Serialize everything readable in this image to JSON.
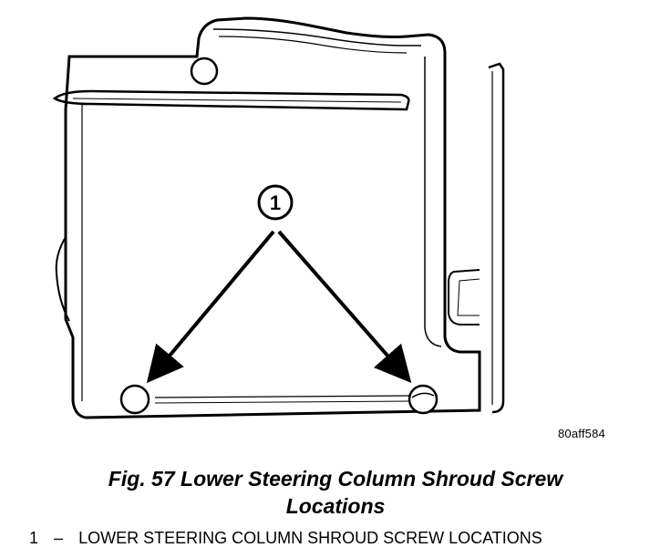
{
  "figure": {
    "callout_number": "1",
    "image_code": "80aff584"
  },
  "caption": {
    "title_line1": "Fig. 57 Lower Steering Column Shroud Screw",
    "title_line2": "Locations"
  },
  "legend": [
    {
      "number": "1",
      "separator": "–",
      "text": "LOWER STEERING COLUMN SHROUD SCREW LOCATIONS"
    }
  ]
}
